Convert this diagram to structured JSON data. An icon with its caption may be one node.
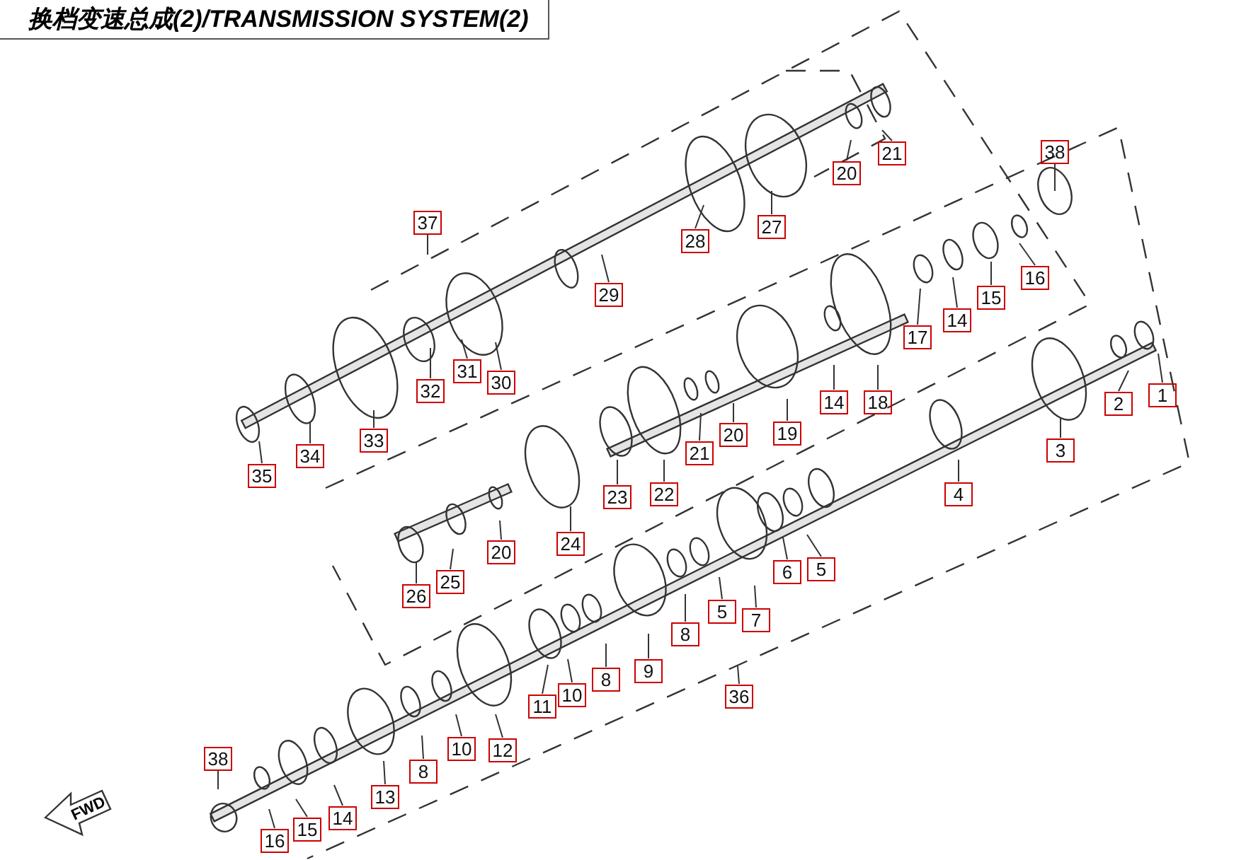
{
  "diagram": {
    "title": "换档变速总成(2)/TRANSMISSION SYSTEM(2)",
    "nodes": [
      {
        "text": [
          "21"
        ]
      },
      {
        "text": [
          "38"
        ]
      },
      {
        "text": [
          "20"
        ]
      },
      {
        "text": [
          "37"
        ]
      },
      {
        "text": [
          "27"
        ]
      },
      {
        "text": [
          "28"
        ]
      },
      {
        "text": [
          "16"
        ]
      },
      {
        "text": [
          "29"
        ]
      },
      {
        "text": [
          "15"
        ]
      },
      {
        "text": [
          "14"
        ]
      },
      {
        "text": [
          "17"
        ]
      },
      {
        "text": [
          "31"
        ]
      },
      {
        "text": [
          "30"
        ]
      },
      {
        "text": [
          "32"
        ]
      },
      {
        "text": [
          "1"
        ]
      },
      {
        "text": [
          "14"
        ]
      },
      {
        "text": [
          "18"
        ]
      },
      {
        "text": [
          "2"
        ]
      },
      {
        "text": [
          "20"
        ]
      },
      {
        "text": [
          "19"
        ]
      },
      {
        "text": [
          "21"
        ]
      },
      {
        "text": [
          "33"
        ]
      },
      {
        "text": [
          "34"
        ]
      },
      {
        "text": [
          "3"
        ]
      },
      {
        "text": [
          "35"
        ]
      },
      {
        "text": [
          "23"
        ]
      },
      {
        "text": [
          "22"
        ]
      },
      {
        "text": [
          "4"
        ]
      },
      {
        "text": [
          "24"
        ]
      },
      {
        "text": [
          "20"
        ]
      },
      {
        "text": [
          "25"
        ]
      },
      {
        "text": [
          "6"
        ]
      },
      {
        "text": [
          "5"
        ]
      },
      {
        "text": [
          "26"
        ]
      },
      {
        "text": [
          "8"
        ]
      },
      {
        "text": [
          "5"
        ]
      },
      {
        "text": [
          "7"
        ]
      },
      {
        "text": [
          "9"
        ]
      },
      {
        "text": [
          "36"
        ]
      },
      {
        "text": [
          "8"
        ]
      },
      {
        "text": [
          "10"
        ]
      },
      {
        "text": [
          "11"
        ]
      },
      {
        "text": [
          "12"
        ]
      },
      {
        "text": [
          "10"
        ]
      },
      {
        "text": [
          "8"
        ]
      },
      {
        "text": [
          "38"
        ]
      },
      {
        "text": [
          "13"
        ]
      },
      {
        "text": [
          "14"
        ]
      },
      {
        "text": [
          "15"
        ]
      },
      {
        "text": [
          "16"
        ]
      }
    ],
    "edges": [
      {
        "from": 0,
        "to": null,
        "arrow": "none"
      },
      {
        "from": 1,
        "to": null,
        "arrow": "none"
      },
      {
        "from": 2,
        "to": null,
        "arrow": "none"
      },
      {
        "from": 3,
        "to": null,
        "arrow": "none"
      },
      {
        "from": 4,
        "to": null,
        "arrow": "none"
      },
      {
        "from": 5,
        "to": null,
        "arrow": "none"
      },
      {
        "from": 6,
        "to": null,
        "arrow": "none"
      },
      {
        "from": 7,
        "to": null,
        "arrow": "none"
      },
      {
        "from": 8,
        "to": null,
        "arrow": "none"
      },
      {
        "from": 9,
        "to": null,
        "arrow": "none"
      },
      {
        "from": 10,
        "to": null,
        "arrow": "none"
      },
      {
        "from": 11,
        "to": null,
        "arrow": "none"
      },
      {
        "from": 12,
        "to": null,
        "arrow": "none"
      },
      {
        "from": 13,
        "to": null,
        "arrow": "none"
      },
      {
        "from": 14,
        "to": null,
        "arrow": "none"
      },
      {
        "from": 15,
        "to": null,
        "arrow": "none"
      },
      {
        "from": 16,
        "to": null,
        "arrow": "none"
      },
      {
        "from": 17,
        "to": null,
        "arrow": "none"
      },
      {
        "from": 18,
        "to": null,
        "arrow": "none"
      },
      {
        "from": 19,
        "to": null,
        "arrow": "none"
      },
      {
        "from": 20,
        "to": null,
        "arrow": "none"
      },
      {
        "from": 21,
        "to": null,
        "arrow": "none"
      },
      {
        "from": 22,
        "to": null,
        "arrow": "none"
      },
      {
        "from": 23,
        "to": null,
        "arrow": "none"
      },
      {
        "from": 24,
        "to": null,
        "arrow": "none"
      },
      {
        "from": 25,
        "to": null,
        "arrow": "none"
      },
      {
        "from": 26,
        "to": null,
        "arrow": "none"
      },
      {
        "from": 27,
        "to": null,
        "arrow": "none"
      },
      {
        "from": 28,
        "to": null,
        "arrow": "none"
      },
      {
        "from": 29,
        "to": null,
        "arrow": "none"
      },
      {
        "from": 30,
        "to": null,
        "arrow": "none"
      },
      {
        "from": 31,
        "to": null,
        "arrow": "none"
      },
      {
        "from": 32,
        "to": null,
        "arrow": "none"
      },
      {
        "from": 33,
        "to": null,
        "arrow": "none"
      },
      {
        "from": 34,
        "to": null,
        "arrow": "none"
      },
      {
        "from": 35,
        "to": null,
        "arrow": "none"
      },
      {
        "from": 36,
        "to": null,
        "arrow": "none"
      },
      {
        "from": 37,
        "to": null,
        "arrow": "none"
      },
      {
        "from": 38,
        "to": null,
        "arrow": "none"
      },
      {
        "from": 39,
        "to": null,
        "arrow": "none"
      },
      {
        "from": 40,
        "to": null,
        "arrow": "none"
      },
      {
        "from": 41,
        "to": null,
        "arrow": "none"
      },
      {
        "from": 42,
        "to": null,
        "arrow": "none"
      },
      {
        "from": 43,
        "to": null,
        "arrow": "none"
      },
      {
        "from": 44,
        "to": null,
        "arrow": "none"
      },
      {
        "from": 45,
        "to": null,
        "arrow": "none"
      },
      {
        "from": 46,
        "to": null,
        "arrow": "none"
      },
      {
        "from": 47,
        "to": null,
        "arrow": "none"
      },
      {
        "from": 48,
        "to": null,
        "arrow": "none"
      },
      {
        "from": 49,
        "to": null,
        "arrow": "none"
      }
    ],
    "labels": [
      "FWD"
    ]
  }
}
